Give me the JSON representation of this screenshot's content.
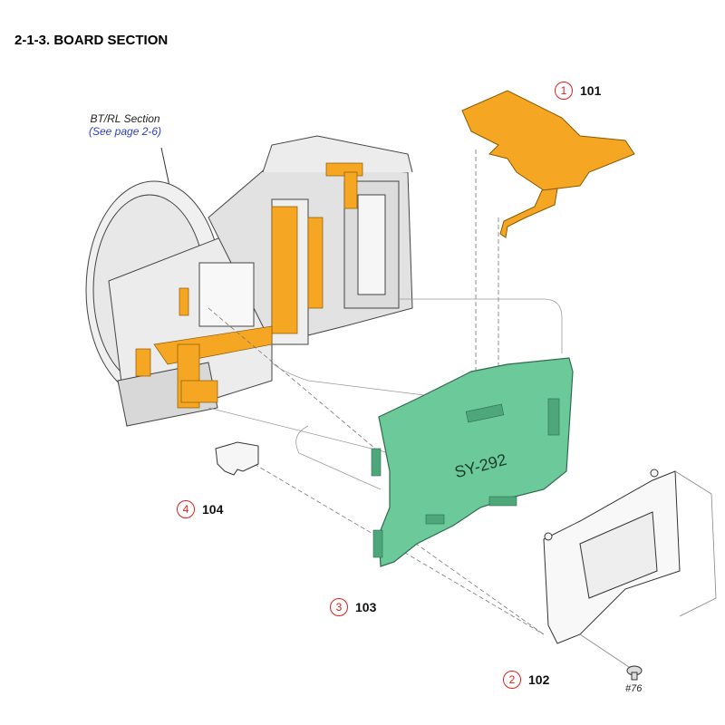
{
  "title": "2-1-3. BOARD SECTION",
  "section_ref": {
    "name": "BT/RL Section",
    "link": "(See page 2-6)"
  },
  "board_label": "SY-292",
  "parts": [
    {
      "ref": "1",
      "number": "101"
    },
    {
      "ref": "2",
      "number": "102"
    },
    {
      "ref": "3",
      "number": "103"
    },
    {
      "ref": "4",
      "number": "104"
    }
  ],
  "screw": "#76",
  "colors": {
    "flex": "#f5a623",
    "board": "#6cc99a",
    "callout": "#e0201b",
    "link": "#2d3ec9"
  }
}
